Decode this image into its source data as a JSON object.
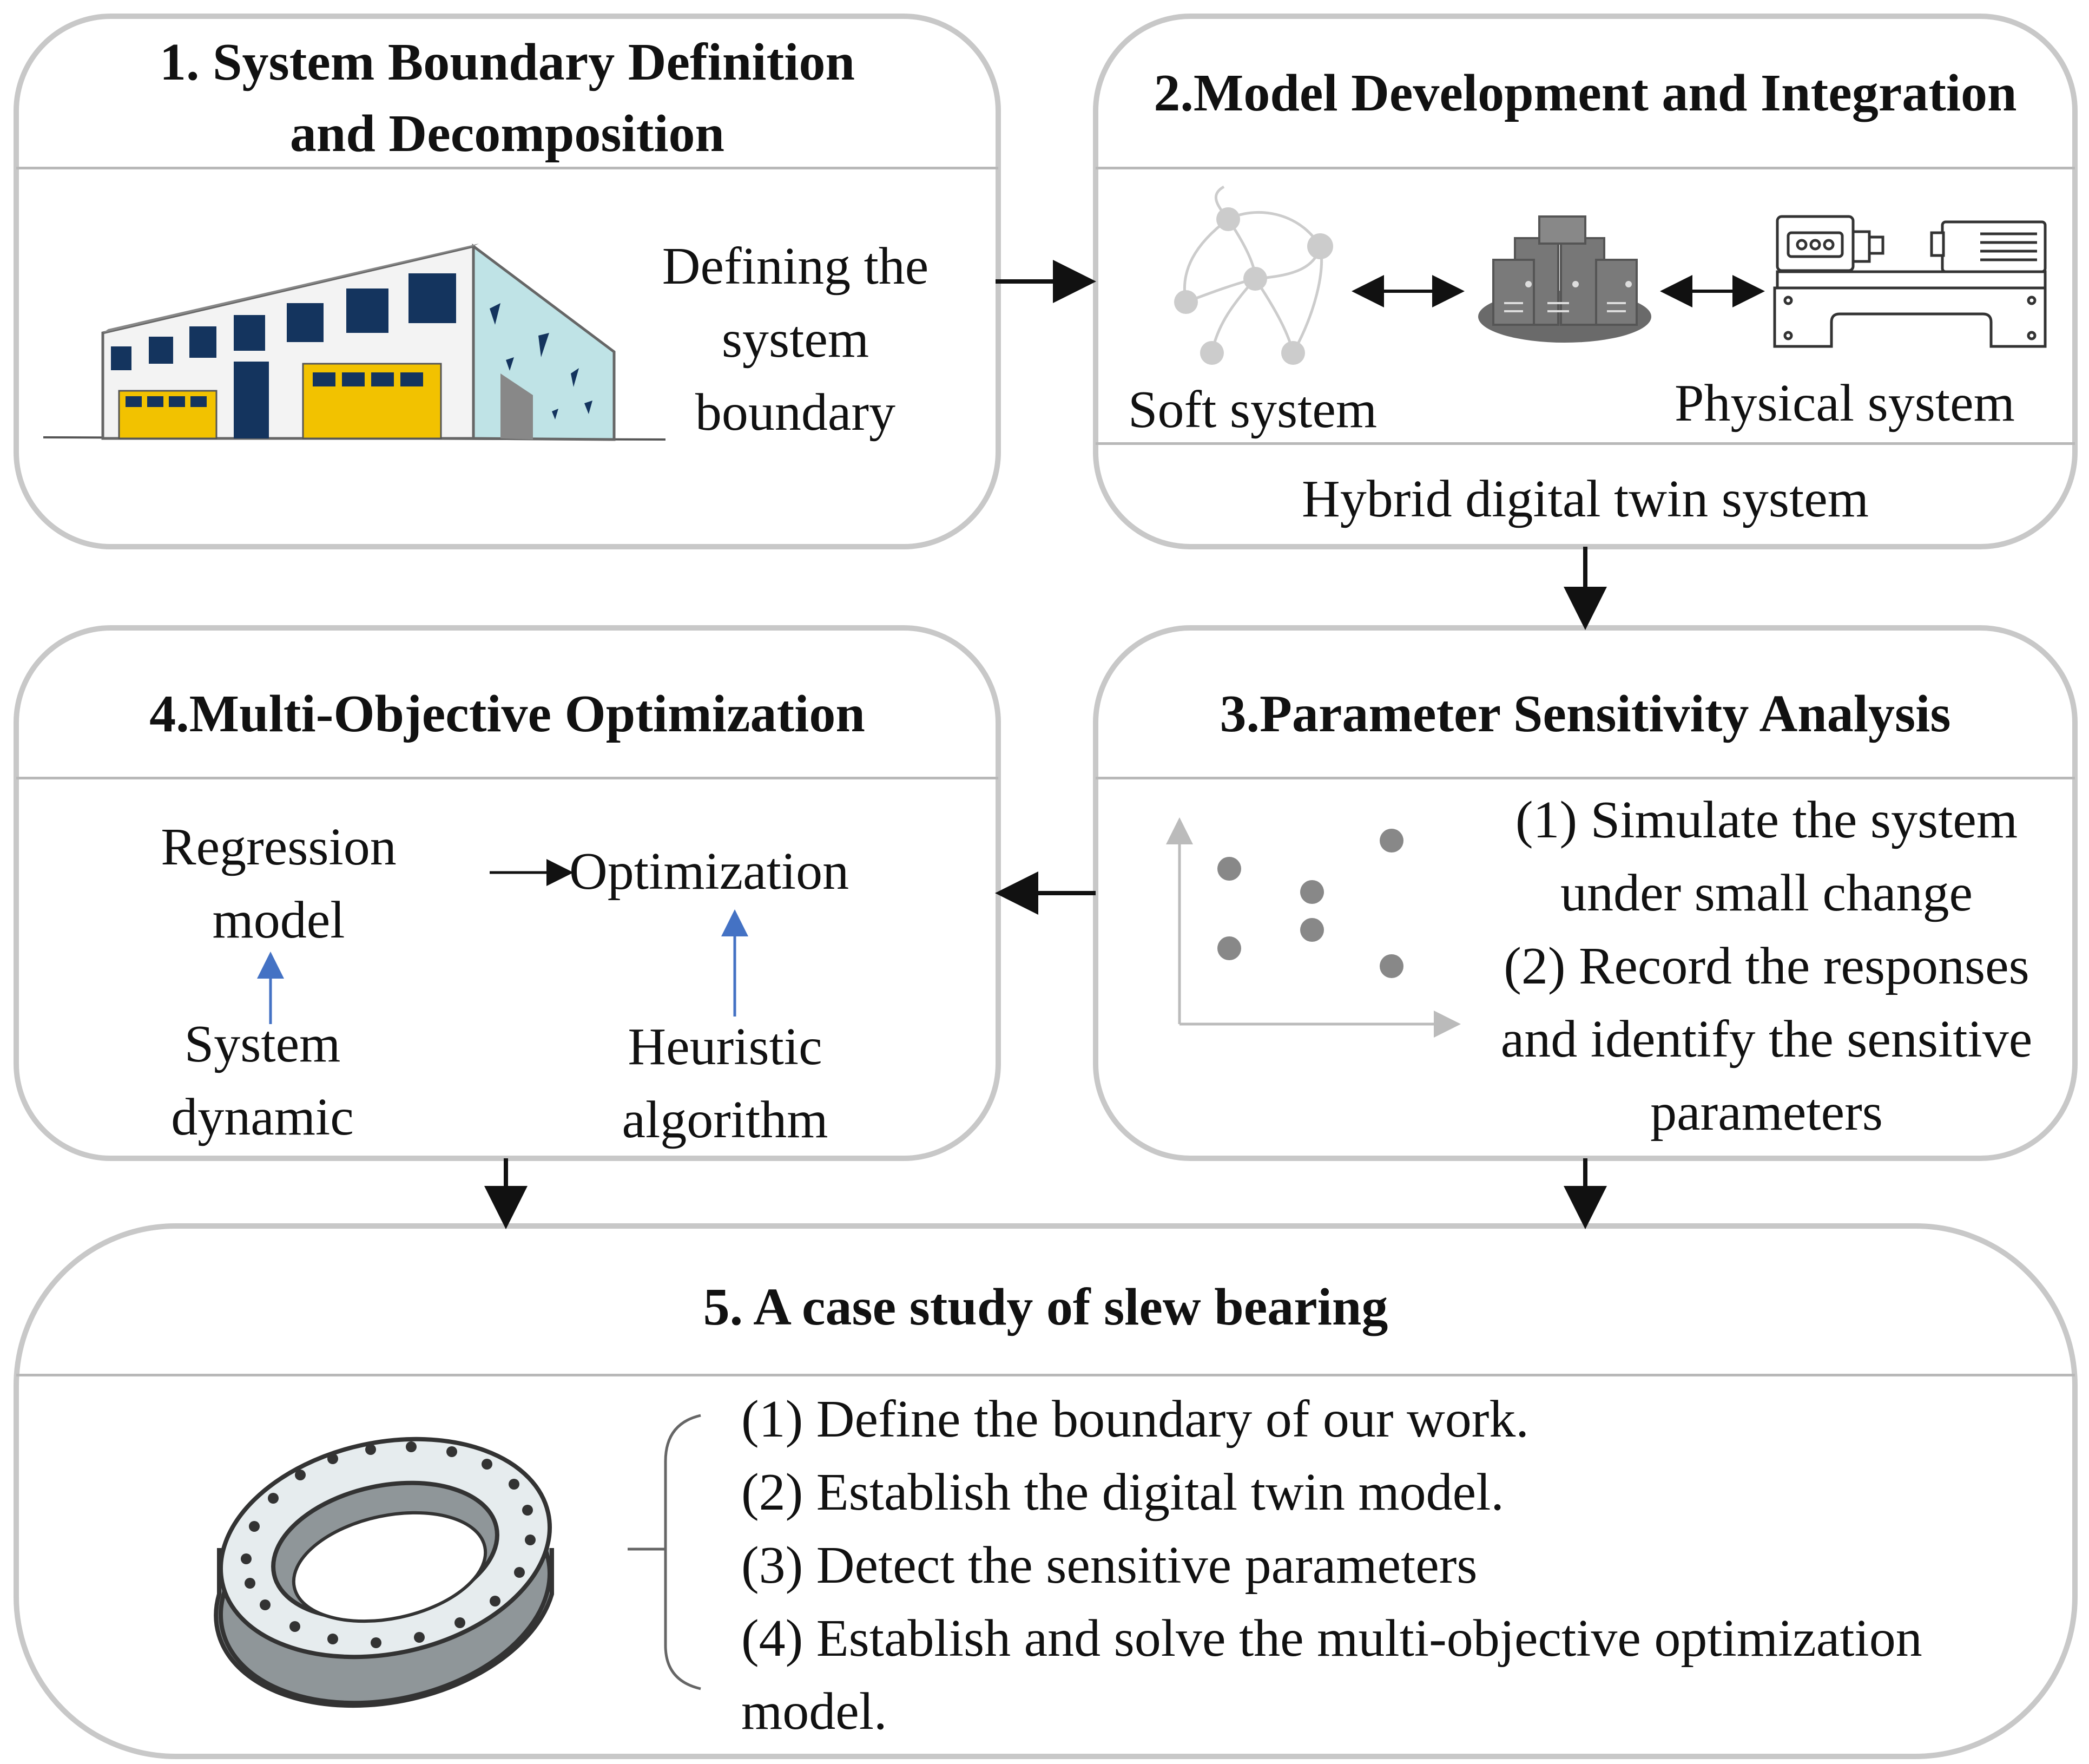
{
  "panel1": {
    "title_line1": "1. System Boundary Definition",
    "title_line2": "and Decomposition",
    "desc_line1": "Defining the",
    "desc_line2": "system",
    "desc_line3": "boundary"
  },
  "panel2": {
    "title": "2.Model Development and Integration",
    "soft_label": "Soft system",
    "physical_label": "Physical system",
    "hybrid_label": "Hybrid digital twin system"
  },
  "panel3": {
    "title": "3.Parameter Sensitivity Analysis",
    "lines": [
      "(1) Simulate the system",
      "under small change",
      "(2) Record the responses",
      "and identify the sensitive",
      "parameters"
    ]
  },
  "panel4": {
    "title": "4.Multi-Objective Optimization",
    "regression_line1": "Regression",
    "regression_line2": "model",
    "optimization": "Optimization",
    "system_line1": "System",
    "system_line2": "dynamic",
    "heuristic_line1": "Heuristic",
    "heuristic_line2": "algorithm"
  },
  "panel5": {
    "title": "5. A case study of slew bearing",
    "steps": [
      "(1) Define the boundary of our work.",
      "(2) Establish the digital twin model.",
      "(3) Detect the sensitive parameters",
      "(4) Establish and solve the multi-objective optimization",
      "model."
    ]
  },
  "colors": {
    "panel_border": "#c8c8c8",
    "arrow": "#111111",
    "blue_arrow": "#4472c4",
    "building_yellow": "#f2c200",
    "building_navy": "#14345e",
    "building_side": "#bfe3e6"
  },
  "icons": [
    "building-icon",
    "network-graph-icon",
    "server-icon",
    "machine-tool-icon",
    "scatter-plot-icon",
    "slew-bearing-icon"
  ]
}
